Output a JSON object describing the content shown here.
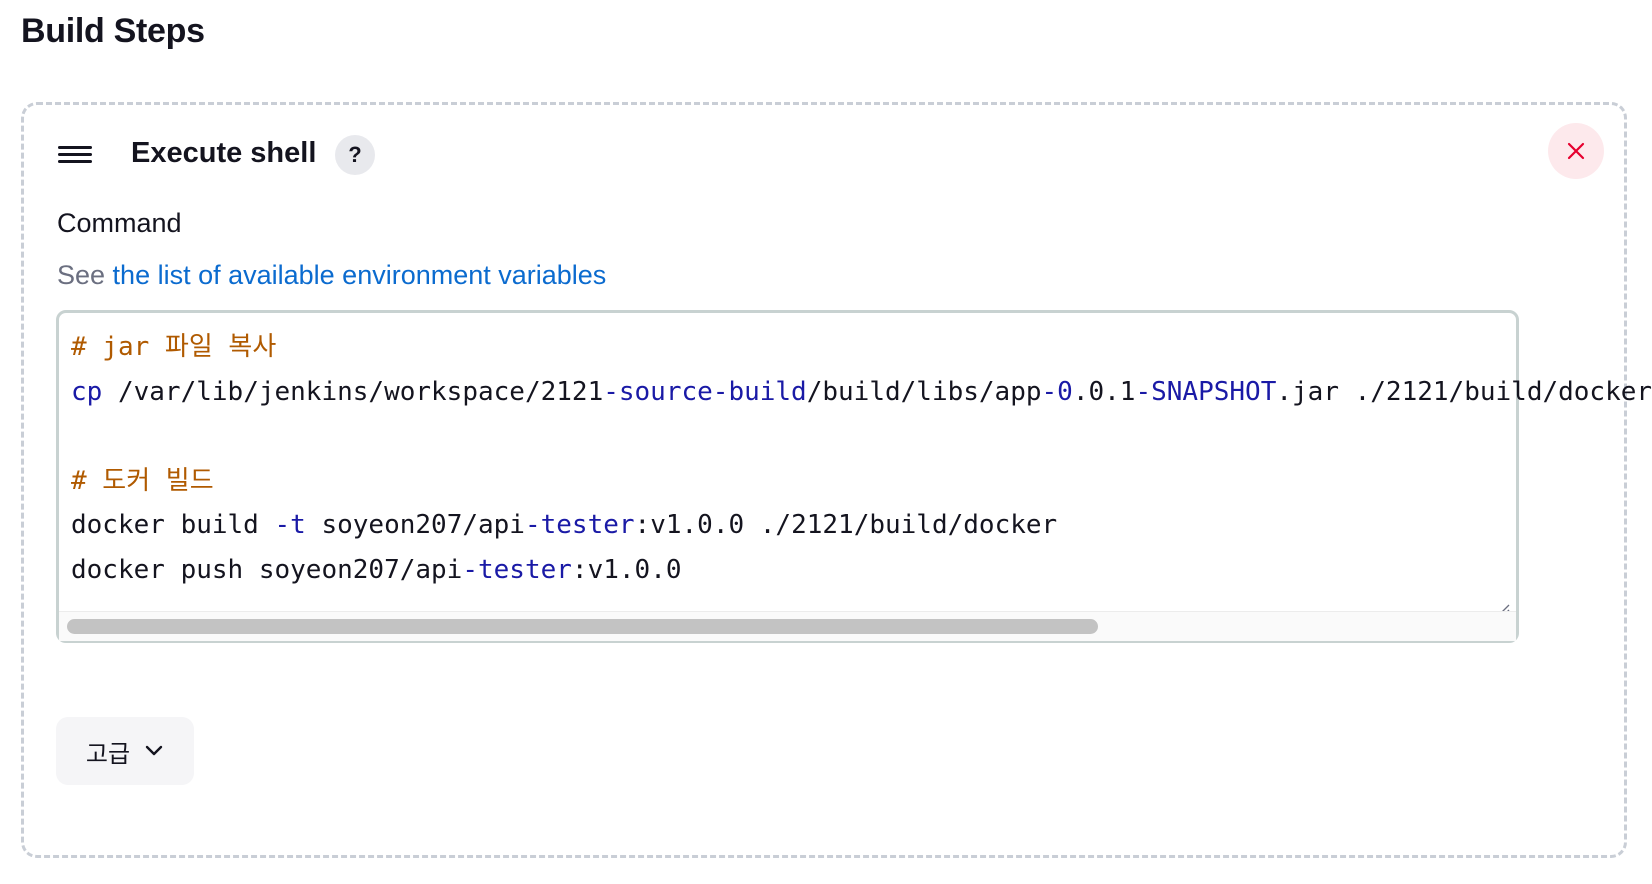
{
  "section": {
    "title": "Build Steps"
  },
  "step": {
    "title": "Execute shell",
    "help_label": "?",
    "drag_icon": "hamburger-icon",
    "close_icon": "close-icon"
  },
  "command": {
    "label": "Command",
    "hint_prefix": "See ",
    "hint_link": "the list of available environment variables",
    "lines": [
      [
        {
          "t": "# jar 파일 복사",
          "c": "comment"
        }
      ],
      [
        {
          "t": "cp",
          "c": "kw"
        },
        {
          "t": " /var/lib/jenkins/workspace/2121",
          "c": "plain"
        },
        {
          "t": "-source-build",
          "c": "kw"
        },
        {
          "t": "/build/libs/app",
          "c": "plain"
        },
        {
          "t": "-0",
          "c": "kw"
        },
        {
          "t": ".0.1",
          "c": "plain"
        },
        {
          "t": "-SNAPSHOT",
          "c": "kw"
        },
        {
          "t": ".jar ./2121/build/docker",
          "c": "plain"
        }
      ],
      [
        {
          "t": "",
          "c": "plain"
        }
      ],
      [
        {
          "t": "# 도커 빌드",
          "c": "comment"
        }
      ],
      [
        {
          "t": "docker build ",
          "c": "plain"
        },
        {
          "t": "-t",
          "c": "kw"
        },
        {
          "t": " soyeon207/api",
          "c": "plain"
        },
        {
          "t": "-tester",
          "c": "kw"
        },
        {
          "t": ":v1.0.0 ./2121/build/docker",
          "c": "plain"
        }
      ],
      [
        {
          "t": "docker push soyeon207/api",
          "c": "plain"
        },
        {
          "t": "-tester",
          "c": "kw"
        },
        {
          "t": ":v1.0.0",
          "c": "plain"
        }
      ]
    ]
  },
  "advanced": {
    "label": "고급",
    "icon": "chevron-down-icon"
  },
  "colors": {
    "accent_link": "#0b6bcf",
    "comment": "#b05a00",
    "keyword": "#1a1aa6",
    "danger": "#e6002e"
  }
}
